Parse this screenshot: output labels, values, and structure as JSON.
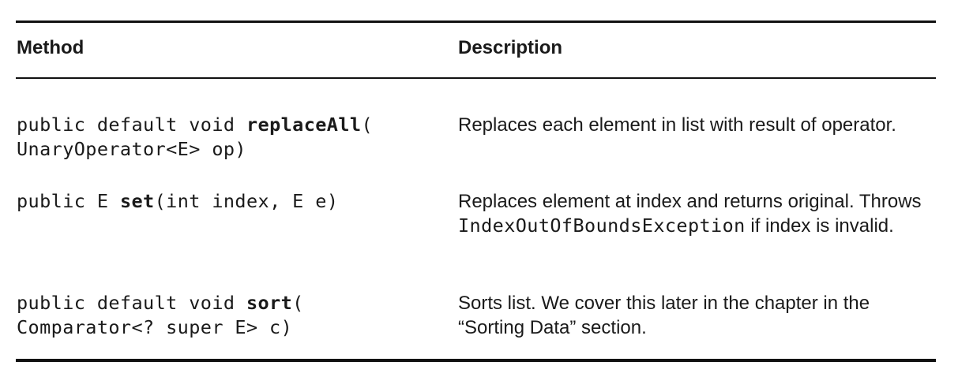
{
  "table": {
    "headers": {
      "method": "Method",
      "description": "Description"
    },
    "rows": [
      {
        "method_prefix": "public default void ",
        "method_name": "replaceAll",
        "method_suffix": "(",
        "method_line2": "UnaryOperator<E> op)",
        "description": "Replaces each element in list with result of operator."
      },
      {
        "method_prefix": "public E ",
        "method_name": "set",
        "method_suffix": "(int index, E e)",
        "description_before": "Replaces element at index and returns original. Throws ",
        "description_code": "IndexOutOfBoundsException",
        "description_after": " if index is invalid."
      },
      {
        "method_prefix": "public default void ",
        "method_name": "sort",
        "method_suffix": "(",
        "method_line2": "Comparator<? super E> c)",
        "description": "Sorts list. We cover this later in the chapter in the “Sorting Data” section."
      }
    ]
  }
}
